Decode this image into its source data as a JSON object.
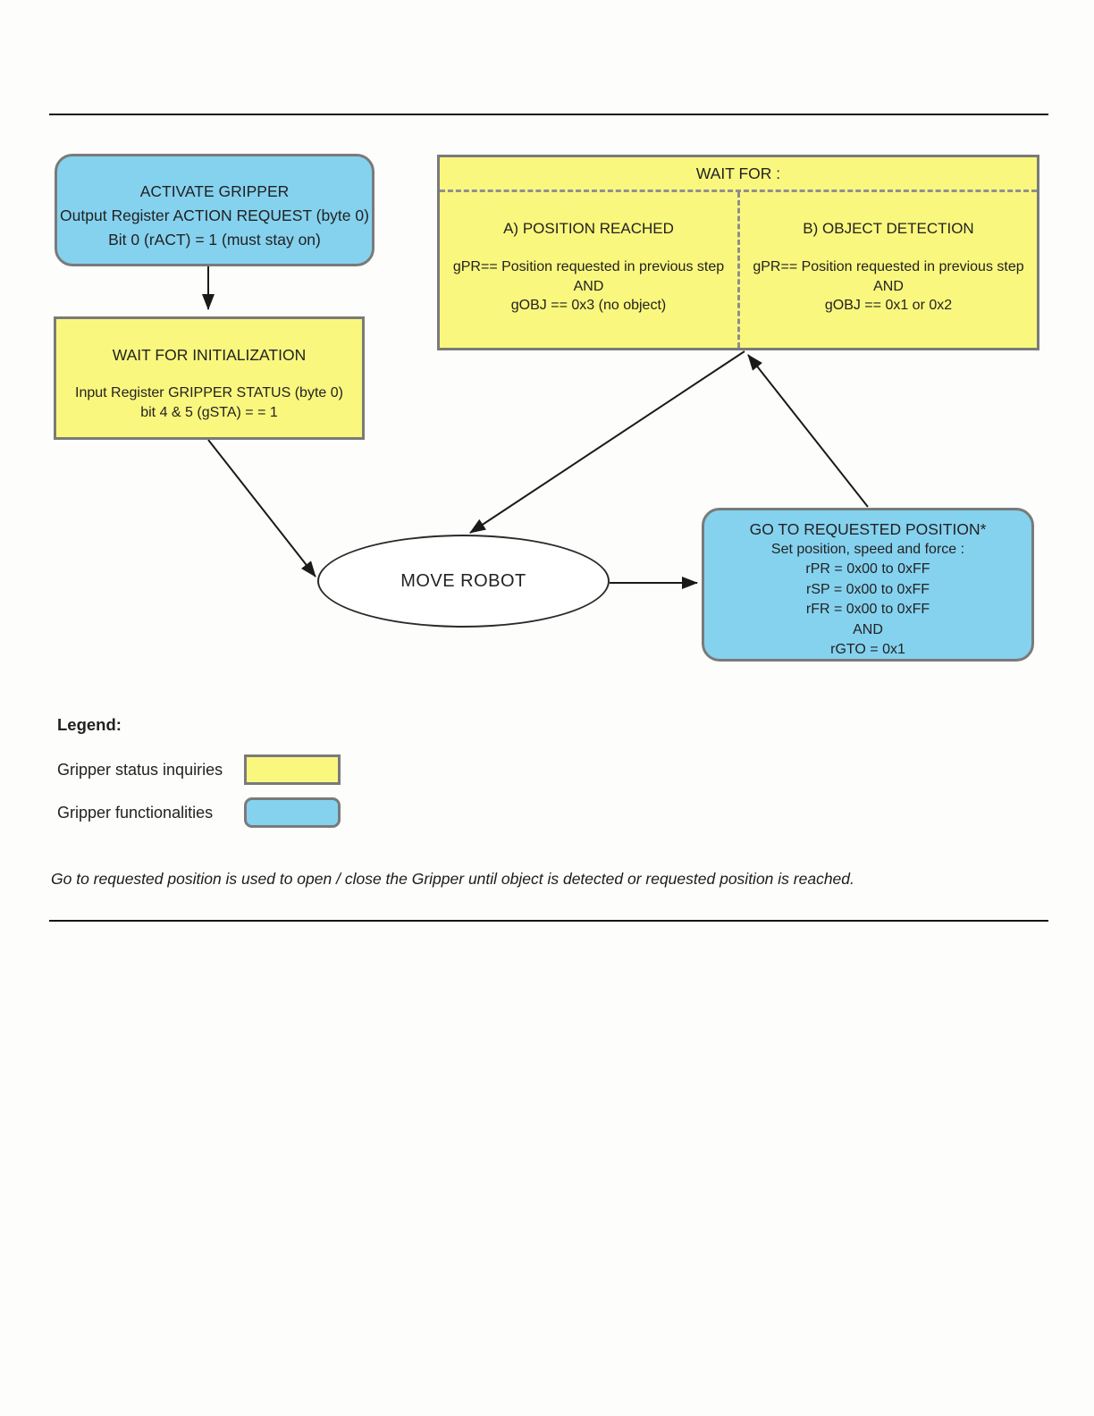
{
  "colors": {
    "status_inquiry_yellow": "#faf77e",
    "functionality_blue": "#85d2ef",
    "box_border_gray": "#7a7a7a",
    "arrow_black": "#1a1a1a"
  },
  "nodes": {
    "activate": {
      "title": "ACTIVATE GRIPPER",
      "line1": "Output Register ACTION REQUEST (byte 0)",
      "line2": "Bit 0 (rACT) = 1 (must stay on)"
    },
    "wait_init": {
      "title": "WAIT FOR INITIALIZATION",
      "line1": "Input Register GRIPPER STATUS (byte 0)",
      "line2": "bit 4 & 5 (gSTA) = = 1"
    },
    "wait_for": {
      "title": "WAIT FOR :",
      "col_a": {
        "heading": "A) POSITION REACHED",
        "line1": "gPR== Position requested in previous step",
        "line2": "AND",
        "line3": "gOBJ == 0x3 (no object)"
      },
      "col_b": {
        "heading": "B) OBJECT DETECTION",
        "line1": "gPR== Position requested in previous step",
        "line2": "AND",
        "line3": "gOBJ == 0x1 or 0x2"
      }
    },
    "move_robot": {
      "title": "MOVE ROBOT"
    },
    "goto": {
      "title": "GO TO REQUESTED POSITION*",
      "line1": "Set position, speed and force :",
      "line2": "rPR = 0x00 to 0xFF",
      "line3": "rSP = 0x00 to 0xFF",
      "line4": "rFR = 0x00 to 0xFF",
      "line5": "AND",
      "line6": "rGTO = 0x1"
    }
  },
  "legend": {
    "title": "Legend:",
    "items": [
      {
        "label": "Gripper status inquiries",
        "swatch": "yellow"
      },
      {
        "label": "Gripper functionalities",
        "swatch": "blue"
      }
    ]
  },
  "note": "Go to requested position is used to open / close the Gripper until object is detected or requested position is reached."
}
